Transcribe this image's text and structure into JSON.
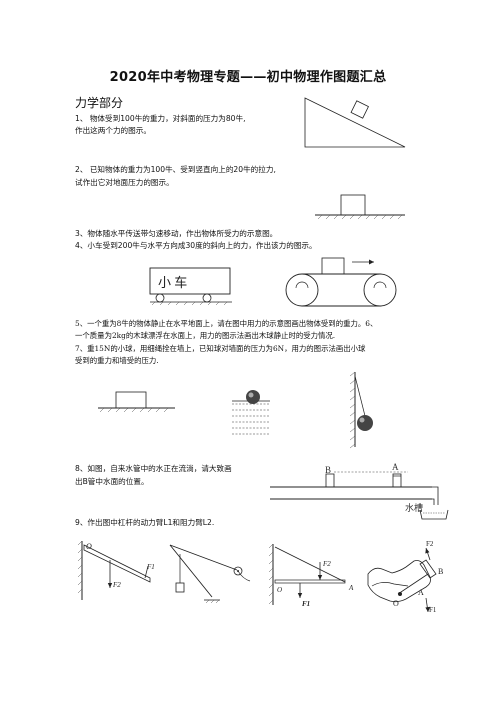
{
  "title": "2020年中考物理专题——初中物理作图题汇总",
  "section": "力学部分",
  "questions": {
    "q1_line1": "1、 物体受到100牛的重力，对斜面的压力为80牛,",
    "q1_line2": "作出这两个力的图示。",
    "q2_line1": "2、 已知物体的重力为100牛、受到竖直向上的20牛的拉力,",
    "q2_line2": "试作出它对地面压力的图示。",
    "q3": "3、物体随水平传送带匀速移动，作出物体所受力的示意图。",
    "q4": "4、小车受到200牛与水平方向成30度的斜向上的力，作出该力的图示。",
    "q5_line1": "5、一个重为8牛的物体静止在水平地面上，请在图中用力的示意图画出物体受到的重力。6、",
    "q5_line2": "一个质量为2kg的木球漂浮在水面上，用力的图示法画出木球静止时的受力情况.",
    "q7_line1": "7、重15N的小球，用细绳拴在墙上，已知球对墙面的压力为6N，用力的图示法画出小球",
    "q7_line2": "受到的重力和墙受的压力.",
    "q8_line1": "8、如图，自来水管中的水正在流淌，请大致画",
    "q8_line2": "出B管中水面的位置。",
    "q9": "9、作出图中杠杆的动力臂L1和阻力臂L2."
  },
  "figure_labels": {
    "car_text": "小  车",
    "pipe_a": "A",
    "pipe_b": "B",
    "water_tank": "水槽",
    "lever1_o": "O",
    "lever1_f1": "F1",
    "lever1_f2": "F2",
    "lever3_o": "O",
    "lever3_f2": "F2",
    "lever3_f1": "F1",
    "lever3_a": "A",
    "lever4_f2": "F2",
    "lever4_b": "B",
    "lever4_a": "A",
    "lever4_o": "O",
    "lever4_f1": "F1"
  }
}
